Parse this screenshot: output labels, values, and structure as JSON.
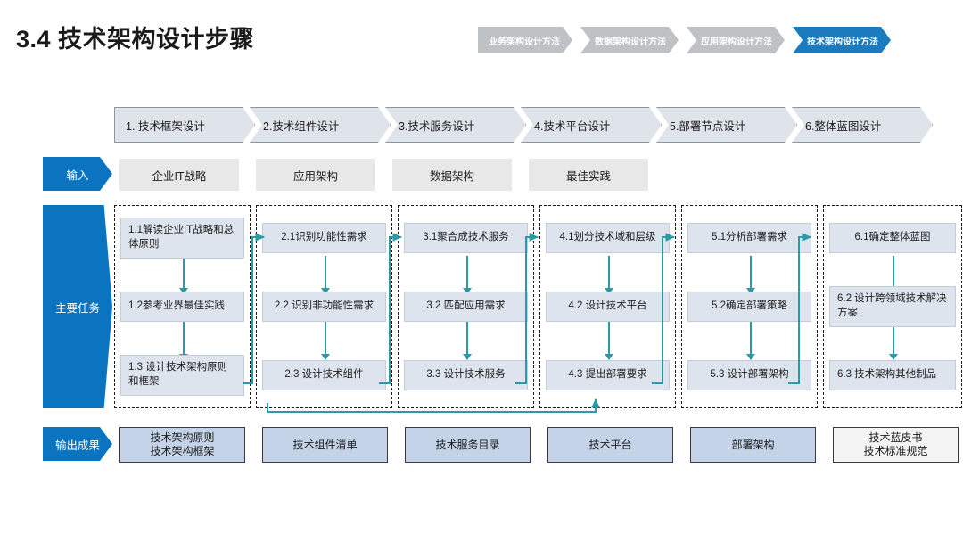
{
  "title": "3.4 技术架构设计步骤",
  "breadcrumb": [
    {
      "label": "业务架构设计方法",
      "active": false
    },
    {
      "label": "数据架构设计方法",
      "active": false
    },
    {
      "label": "应用架构设计方法",
      "active": false
    },
    {
      "label": "技术架构设计方法",
      "active": true
    }
  ],
  "steps": [
    {
      "label": "1. 技术框架设计"
    },
    {
      "label": "2.技术组件设计"
    },
    {
      "label": "3.技术服务设计"
    },
    {
      "label": "4.技术平台设计"
    },
    {
      "label": "5.部署节点设计"
    },
    {
      "label": "6.整体蓝图设计"
    }
  ],
  "rows": {
    "input_label": "输入",
    "tasks_label": "主要任务",
    "output_label": "输出成果"
  },
  "inputs": [
    {
      "label": "企业IT战略"
    },
    {
      "label": "应用架构"
    },
    {
      "label": "数据架构"
    },
    {
      "label": "最佳实践"
    }
  ],
  "columns": [
    {
      "tasks": [
        {
          "label": "1.1解读企业IT战略和总体原则"
        },
        {
          "label": "1.2参考业界最佳实践"
        },
        {
          "label": "1.3 设计技术架构原则和框架"
        }
      ]
    },
    {
      "tasks": [
        {
          "label": "2.1识别功能性需求"
        },
        {
          "label": "2.2 识别非功能性需求"
        },
        {
          "label": "2.3 设计技术组件"
        }
      ]
    },
    {
      "tasks": [
        {
          "label": "3.1聚合成技术服务"
        },
        {
          "label": "3.2 匹配应用需求"
        },
        {
          "label": "3.3 设计技术服务"
        }
      ]
    },
    {
      "tasks": [
        {
          "label": "4.1划分技术域和层级"
        },
        {
          "label": "4.2 设计技术平台"
        },
        {
          "label": "4.3 提出部署要求"
        }
      ]
    },
    {
      "tasks": [
        {
          "label": "5.1分析部署需求"
        },
        {
          "label": "5.2确定部署策略"
        },
        {
          "label": "5.3 设计部署架构"
        }
      ]
    },
    {
      "tasks": [
        {
          "label": "6.1确定整体蓝图"
        },
        {
          "label": "6.2 设计跨领域技术解决方案"
        },
        {
          "label": "6.3 技术架构其他制品"
        }
      ]
    }
  ],
  "outputs": [
    {
      "label": "技术架构原则\n技术架构框架",
      "style": "filled"
    },
    {
      "label": "技术组件清单",
      "style": "filled"
    },
    {
      "label": "技术服务目录",
      "style": "filled"
    },
    {
      "label": "技术平台",
      "style": "filled"
    },
    {
      "label": "部署架构",
      "style": "filled"
    },
    {
      "label": "技术蓝皮书\n技术标准规范",
      "style": "plain"
    }
  ],
  "colors": {
    "accent_blue": "#0a74c0",
    "breadcrumb_active": "#1b7bbd",
    "breadcrumb_inactive": "#bfc2c4",
    "step_fill": "#dfe3ea",
    "task_fill": "#dde4ee",
    "input_fill": "#e8e8e8",
    "output_fill": "#c5d3e8",
    "connector": "#2a9aa5"
  }
}
